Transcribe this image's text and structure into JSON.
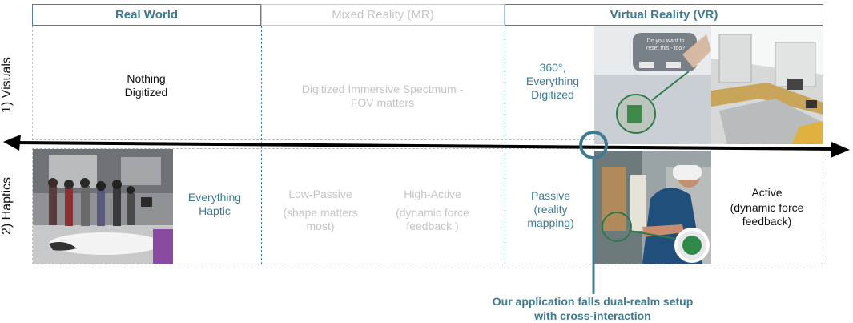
{
  "headers": {
    "real_world": "Real World",
    "mixed_reality": "Mixed Reality (MR)",
    "virtual_reality": "Virtual Reality (VR)"
  },
  "rows": {
    "visuals": "1) Visuals",
    "haptics": "2) Haptics"
  },
  "visuals": {
    "real_world": [
      "Nothing",
      "Digitized"
    ],
    "mixed_reality": [
      "Digitized Immersive Spectmum -",
      "FOV matters"
    ],
    "virtual_reality": [
      "360°,",
      "Everything",
      "Digitized"
    ]
  },
  "vr_dialog": [
    "Do you want to",
    "reset this - too?"
  ],
  "haptics": {
    "real_world": [
      "Everything",
      "Haptic"
    ],
    "low_passive": [
      "Low-Passive",
      "(shape matters",
      "most)"
    ],
    "high_active": [
      "High-Active",
      "(dynamic force",
      "feedback )"
    ],
    "passive": [
      "Passive",
      "(reality",
      "mapping)"
    ],
    "active": [
      "Active",
      "(dynamic force",
      "feedback)"
    ]
  },
  "callout": [
    "Our application falls dual-realm setup",
    "with cross-interaction"
  ],
  "colors": {
    "accent": "#3f7a91",
    "muted": "#c4c4c4",
    "axis": "#000000",
    "green_ring": "#2f7a4a"
  },
  "icons": [
    "axis-double-arrow",
    "realm-marker-ring"
  ]
}
